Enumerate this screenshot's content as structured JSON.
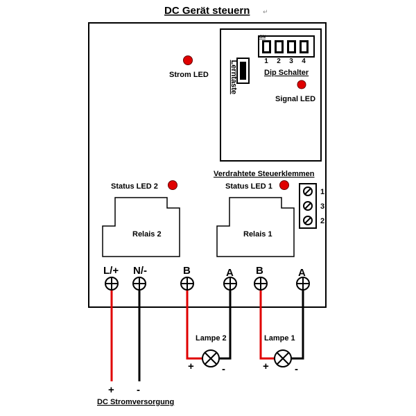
{
  "title": "DC Gerät steuern",
  "colors": {
    "led": "#e00000",
    "wire_red": "#e00000",
    "wire_black": "#000000",
    "outline": "#000000"
  },
  "device": {
    "strom_led": "Strom LED",
    "lerntaste": "Lerntaste",
    "dip_switch": {
      "label": "Dip Schalter",
      "on_label": "ON",
      "numbers": [
        "1",
        "2",
        "3",
        "4"
      ]
    },
    "signal_led": "Signal LED",
    "status_led_2": "Status LED 2",
    "status_led_1": "Status LED 1",
    "wired_terminals": {
      "label": "Verdrahtete Steuerklemmen",
      "numbers": [
        "1",
        "3",
        "2"
      ]
    },
    "relay_2": "Relais 2",
    "relay_1": "Relais 1",
    "terminals": [
      "L/+",
      "N/-",
      "B",
      "A",
      "B",
      "A"
    ]
  },
  "loads": {
    "lamp_2": "Lampe 2",
    "lamp_1": "Lampe 1",
    "plus": "+",
    "minus": "-"
  },
  "supply": {
    "plus": "+",
    "minus": "-",
    "label": "DC Stromversorgung"
  },
  "icons": [
    "led-icon",
    "push-button-icon",
    "dip-switch-icon",
    "screw-terminal-icon",
    "relay-icon",
    "lamp-icon"
  ]
}
